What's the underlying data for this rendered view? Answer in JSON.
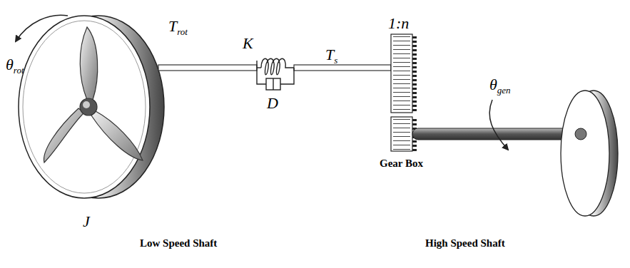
{
  "diagram": {
    "labels": [
      "θrot",
      "Trot",
      "J",
      "K",
      "D",
      "Ts",
      "1:n",
      "Gear Box",
      "θgen",
      "Low Speed Shaft",
      "High Speed Shaft"
    ]
  }
}
